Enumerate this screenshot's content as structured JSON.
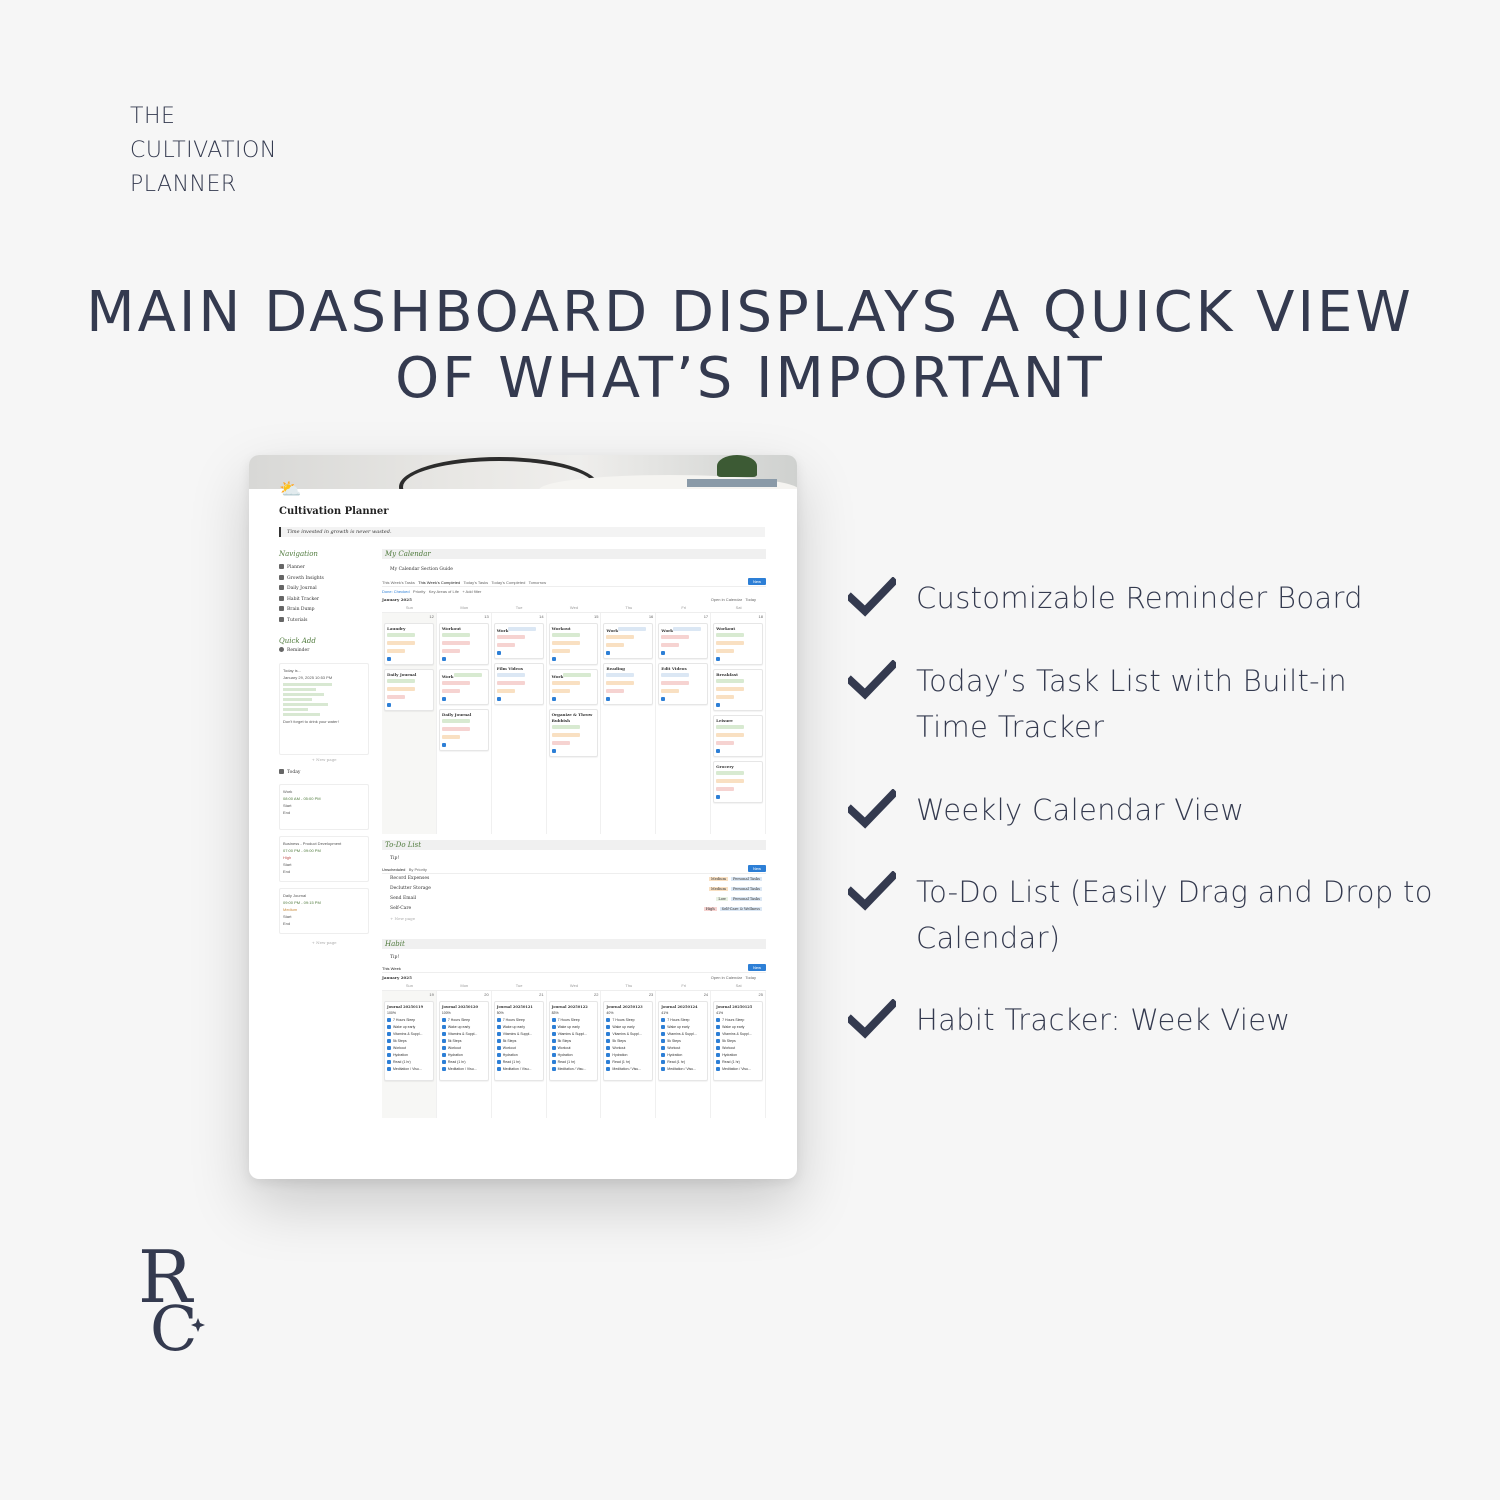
{
  "brand": {
    "line1": "THE",
    "line2": "CULTIVATION",
    "line3": "PLANNER"
  },
  "headline": {
    "line1": "MAIN DASHBOARD DISPLAYS A QUICK VIEW",
    "line2": "OF WHAT’S IMPORTANT"
  },
  "mockup": {
    "title": "Cultivation Planner",
    "quote": "Time invested in growth is never wasted.",
    "navigation": {
      "header": "Navigation",
      "items": [
        "Planner",
        "Growth Insights",
        "Daily Journal",
        "Habit Tracker",
        "Brain Dump",
        "Tutorials"
      ]
    },
    "quick_add": {
      "header": "Quick Add",
      "item": "Reminder"
    },
    "reminder": {
      "title": "Today is...",
      "date": "January 29, 2025 10:53 PM",
      "footer": "Don't forget to drink your water!",
      "new_page": "+ New page"
    },
    "today": {
      "label": "Today",
      "cards": [
        {
          "title": "Work",
          "time": "08:00 AM - 05:00 PM"
        },
        {
          "title": "Business - Product Development",
          "time": "07:00 PM - 09:00 PM",
          "priority": "High"
        },
        {
          "title": "Daily Journal",
          "time": "09:00 PM - 09:15 PM",
          "priority": "Medium"
        }
      ],
      "new_page": "+ New page"
    },
    "calendar": {
      "header": "My Calendar",
      "guide": "My Calendar Section Guide",
      "tabs": [
        "This Week's Tasks",
        "This Week's Completed",
        "Today's Tasks",
        "Today's Completed",
        "Tomorrow"
      ],
      "filters": [
        "Done: Checked",
        "Priority",
        "Key Areas of Life",
        "+ Add filter"
      ],
      "new_label": "New",
      "month": "January 2025",
      "open_in_calendar": "Open in Calendar",
      "today_label": "Today",
      "days": [
        "Sun",
        "Mon",
        "Tue",
        "Wed",
        "Thu",
        "Fri",
        "Sat"
      ],
      "dates": [
        "12",
        "13",
        "14",
        "15",
        "16",
        "17",
        "18"
      ],
      "events": [
        [
          {
            "title": "Laundry"
          },
          {
            "title": "Daily Journal"
          }
        ],
        [
          {
            "title": "Workout"
          },
          {
            "title": "Work"
          },
          {
            "title": "Daily Journal"
          }
        ],
        [
          {
            "title": "Work"
          },
          {
            "title": "Film Videos"
          }
        ],
        [
          {
            "title": "Workout"
          },
          {
            "title": "Work"
          },
          {
            "title": "Organize & Throw Rubbish"
          }
        ],
        [
          {
            "title": "Work"
          },
          {
            "title": "Reading"
          }
        ],
        [
          {
            "title": "Work"
          },
          {
            "title": "Edit Videos"
          }
        ],
        [
          {
            "title": "Workout"
          },
          {
            "title": "Breakfast"
          },
          {
            "title": "Leisure"
          },
          {
            "title": "Grocery"
          }
        ]
      ]
    },
    "todo": {
      "header": "To-Do List",
      "tip": "Tip!",
      "tabs": [
        "Unscheduled",
        "By Priority"
      ],
      "rows": [
        {
          "task": "Record Expenses",
          "priority": "Medium",
          "area": "Personal Tasks"
        },
        {
          "task": "Declutter Storage",
          "priority": "Medium",
          "area": "Personal Tasks"
        },
        {
          "task": "Send Email",
          "priority": "Low",
          "area": "Personal Tasks"
        },
        {
          "task": "Self-Care",
          "priority": "High",
          "area": "Self-Care & Wellness"
        }
      ],
      "new_page": "+ New page"
    },
    "habit": {
      "header": "Habit",
      "tip": "Tip!",
      "tab": "This Week",
      "month": "January 2025",
      "open_in_calendar": "Open in Calendar",
      "today_label": "Today",
      "dates": [
        "19",
        "20",
        "21",
        "22",
        "23",
        "24",
        "25"
      ],
      "entries": [
        {
          "title": "Journal 20250119",
          "pct": "100%"
        },
        {
          "title": "Journal 20250120",
          "pct": "100%"
        },
        {
          "title": "Journal 20250121",
          "pct": "50%"
        },
        {
          "title": "Journal 20250122",
          "pct": "83%"
        },
        {
          "title": "Journal 20250123",
          "pct": "40%"
        },
        {
          "title": "Journal 20250124",
          "pct": "41%"
        },
        {
          "title": "Journal 20250125",
          "pct": "41%"
        }
      ],
      "habits": [
        "7 Hours Sleep",
        "Wake up early",
        "Vitamins & Suppl...",
        "5k Steps",
        "Workout",
        "Hydration",
        "Read (1 hr)",
        "Meditation / Visu..."
      ]
    }
  },
  "features": [
    {
      "line1": "Customizable Reminder Board",
      "line2": ""
    },
    {
      "line1": "Today’s Task List with Built-in",
      "line2": "Time Tracker"
    },
    {
      "line1": "Weekly Calendar View",
      "line2": ""
    },
    {
      "line1": "To-Do List (Easily Drag and Drop to",
      "line2": "Calendar)"
    },
    {
      "line1": "Habit Tracker: Week View",
      "line2": ""
    }
  ],
  "logo": {
    "letters": "RC"
  },
  "colors": {
    "text": "#343a4f",
    "background": "#f6f6f6",
    "accent_green": "#4f7a3c",
    "button_blue": "#2d7fd6"
  }
}
